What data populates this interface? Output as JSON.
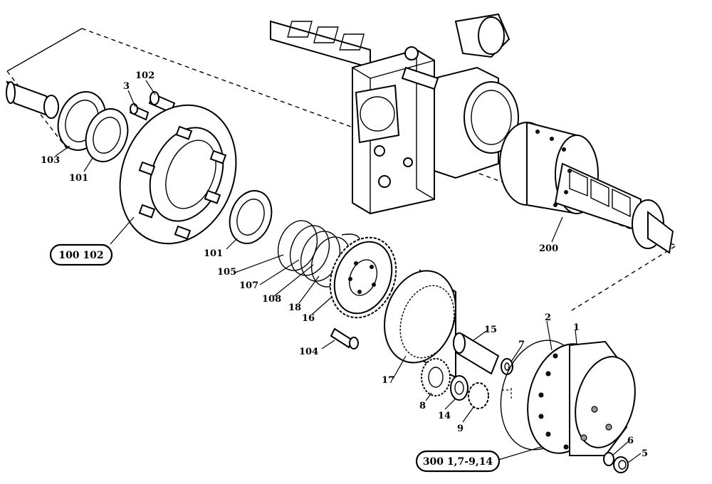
{
  "labels": {
    "p3": "3",
    "p102": "102",
    "p103": "103",
    "p101a": "101",
    "p101b": "101",
    "p105": "105",
    "p107": "107",
    "p108": "108",
    "p18": "18",
    "p16": "16",
    "p104": "104",
    "p17": "17",
    "p15": "15",
    "p7": "7",
    "p2": "2",
    "p1": "1",
    "p8": "8",
    "p14": "14",
    "p9": "9",
    "p6": "6",
    "p5": "5",
    "p200": "200"
  },
  "callouts": {
    "group_100": "100 102",
    "group_300": "300 1,7-9,14"
  }
}
